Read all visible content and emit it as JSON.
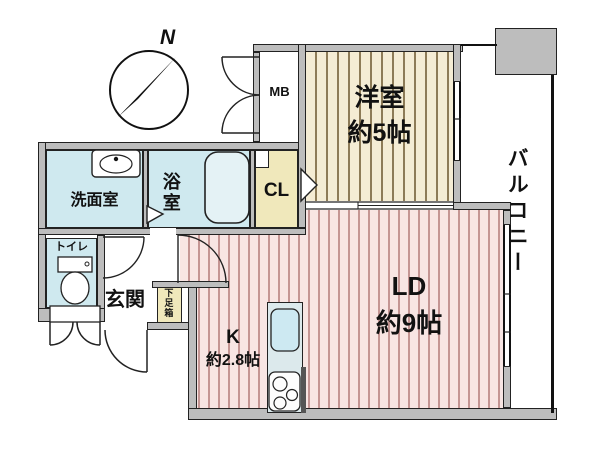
{
  "compass": {
    "north_label": "N"
  },
  "rooms": {
    "western": {
      "label": "洋室",
      "size": "約5帖"
    },
    "living_dining": {
      "label": "LD",
      "size": "約9帖"
    },
    "kitchen": {
      "label": "K",
      "size": "約2.8帖"
    },
    "washroom": {
      "label": "洗面室"
    },
    "bathroom": {
      "label": "浴室"
    },
    "toilet": {
      "label": "トイレ"
    },
    "entrance": {
      "label": "玄関"
    },
    "shoe_box": {
      "label": "下足箱"
    },
    "closet": {
      "label": "CL"
    },
    "meter_box": {
      "label": "MB"
    },
    "balcony": {
      "label": "バルコニー"
    }
  },
  "colors": {
    "western_floor": "#f4ecd4",
    "western_stripe": "#8d7b57",
    "ld_floor": "#f8e5e3",
    "ld_stripe": "#c49593",
    "wet_area": "#cfe9ef",
    "storage": "#f0e8bb",
    "wall": "#bdbdbd",
    "counter": "#dce9ec",
    "kitchen_sink": "#cde9f2",
    "bathtub": "#e4f2f5"
  }
}
